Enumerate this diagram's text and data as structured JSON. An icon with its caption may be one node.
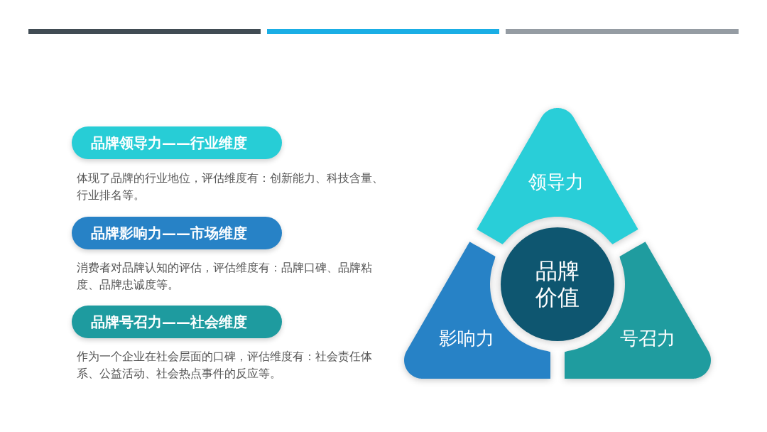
{
  "diagram": {
    "nodes": [
      {
        "text": [
          "品牌领导力——行业维度"
        ],
        "beside": [
          "体现了品牌的行业地位，评估维度有：创新能力、科技含量、行业排名等。"
        ]
      },
      {
        "text": [
          "品牌影响力——市场维度"
        ],
        "beside": [
          "消费者对品牌认知的评估，评估维度有：品牌口碑、品牌粘度、品牌忠诚度等。"
        ]
      },
      {
        "text": [
          "品牌号召力——社会维度"
        ],
        "beside": [
          "作为一个企业在社会层面的口碑，评估维度有：社会责任体系、公益活动、社会热点事件的反应等。"
        ]
      },
      {
        "text": [
          "领导力"
        ]
      },
      {
        "text": [
          "品牌价值"
        ]
      },
      {
        "text": [
          "影响力"
        ]
      },
      {
        "text": [
          "号召力"
        ]
      }
    ]
  }
}
